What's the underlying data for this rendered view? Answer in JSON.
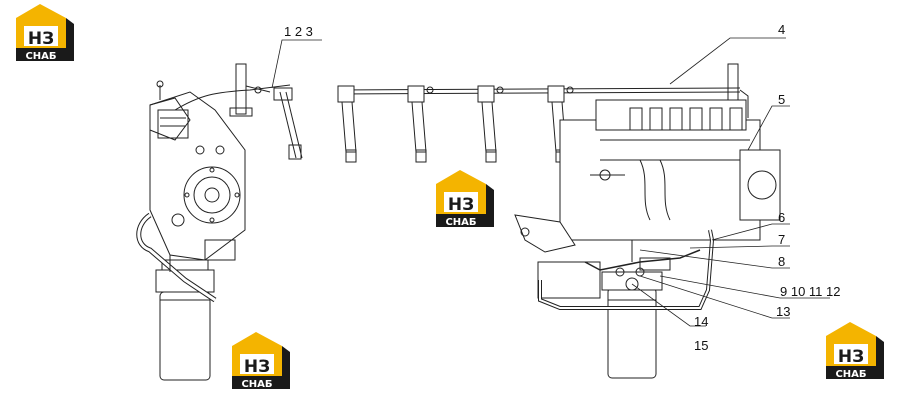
{
  "callouts": {
    "c123": "1 2 3",
    "c4": "4",
    "c5": "5",
    "c6": "6",
    "c7": "7",
    "c8": "8",
    "c9_12": "9 10 11 12",
    "c13": "13",
    "c14": "14",
    "c15": "15"
  },
  "watermark": {
    "letters": "НЗ",
    "caption": "СНАБ"
  },
  "colors": {
    "logo_yellow": "#f4b400",
    "logo_dark": "#1a1a1a",
    "line": "#222222"
  }
}
